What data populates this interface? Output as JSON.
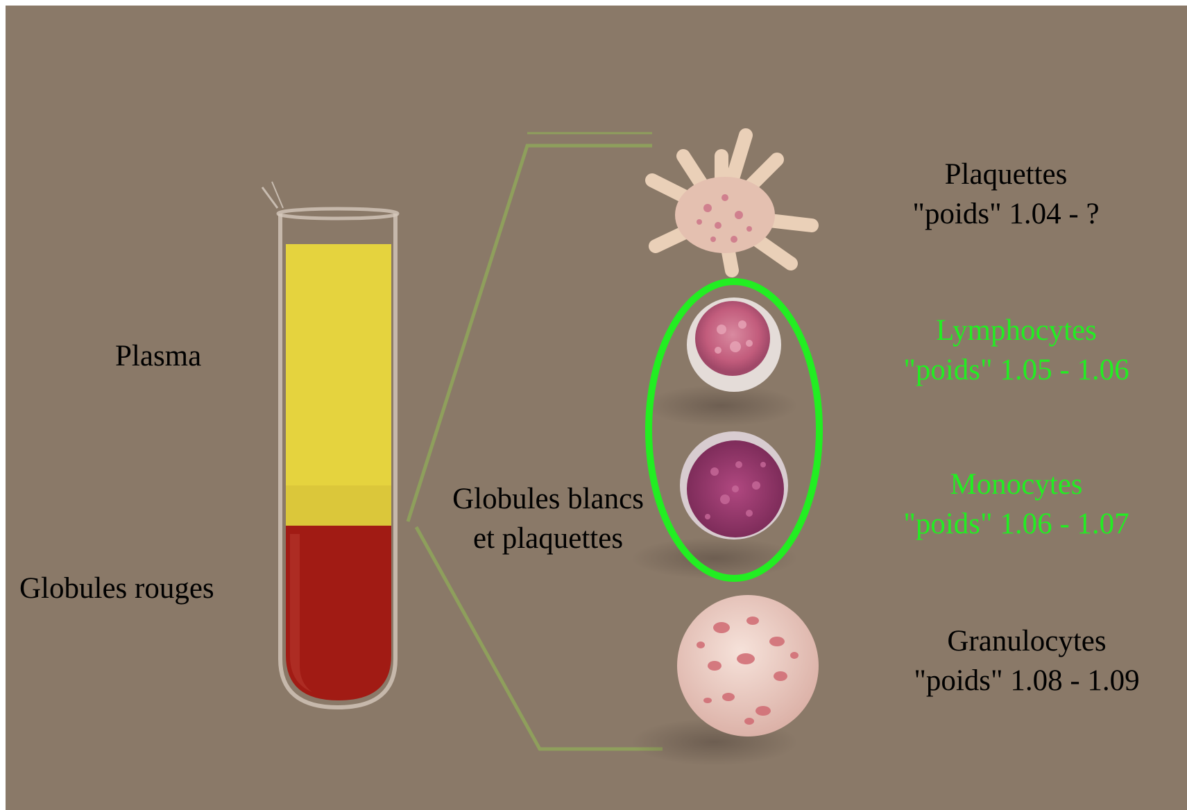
{
  "labels": {
    "plasma": "Plasma",
    "red_cells": "Globules rouges",
    "white_cells_line1": "Globules blancs",
    "white_cells_line2": "et plaquettes"
  },
  "cells": [
    {
      "name": "Plaquettes",
      "weight": "\"poids\" 1.04 - ?",
      "highlighted": false
    },
    {
      "name": "Lymphocytes",
      "weight": "\"poids\" 1.05 - 1.06",
      "highlighted": true
    },
    {
      "name": "Monocytes",
      "weight": "\"poids\" 1.06 - 1.07",
      "highlighted": true
    },
    {
      "name": "Granulocytes",
      "weight": "\"poids\" 1.08 - 1.09",
      "highlighted": false
    }
  ],
  "colors": {
    "background": "#8d7b6b",
    "plasma": "#e4d23f",
    "red_cells": "#a11b14",
    "highlight": "#22ee22",
    "connector": "#8fa65a",
    "platelet": "#e8c9b0",
    "lymphocyte": "#c86a86",
    "monocyte": "#9a3a6e",
    "granulocyte": "#eecec6"
  }
}
